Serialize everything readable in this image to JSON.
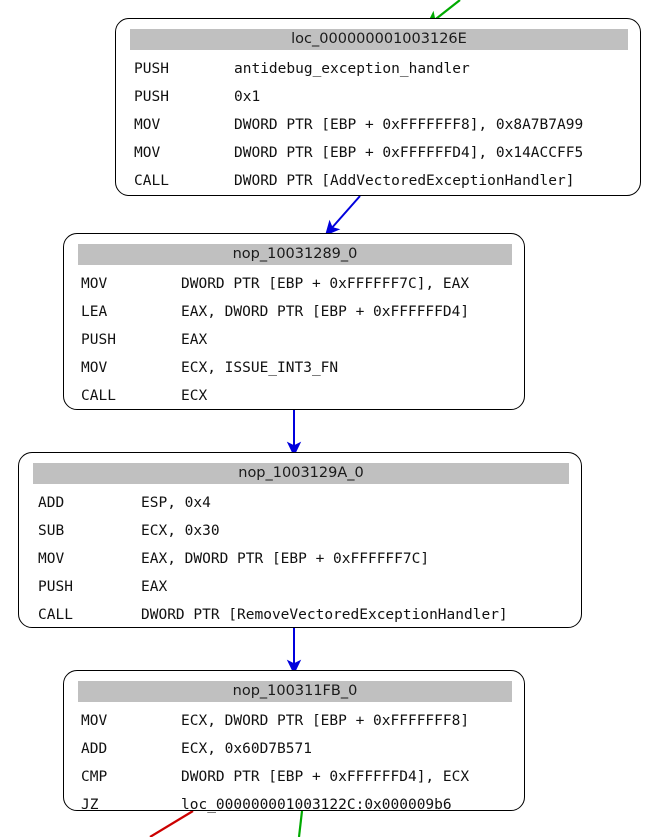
{
  "graph": {
    "background_color": "#ffffff",
    "node_fill": "#ffffff",
    "node_border_color": "#000000",
    "header_fill": "#c0c0c0",
    "edge_colors": {
      "unconditional": "#0000dd",
      "true_branch": "#00aa00",
      "false_branch": "#cc0000"
    }
  },
  "blocks": [
    {
      "id": "loc_000000001003126E",
      "title": "loc_000000001003126E",
      "instructions": [
        {
          "mnemonic": "PUSH",
          "operands": "antidebug_exception_handler"
        },
        {
          "mnemonic": "PUSH",
          "operands": "0x1"
        },
        {
          "mnemonic": "MOV",
          "operands": "DWORD PTR [EBP + 0xFFFFFFF8], 0x8A7B7A99"
        },
        {
          "mnemonic": "MOV",
          "operands": "DWORD PTR [EBP + 0xFFFFFFD4], 0x14ACCFF5"
        },
        {
          "mnemonic": "CALL",
          "operands": "DWORD PTR [AddVectoredExceptionHandler]"
        }
      ]
    },
    {
      "id": "nop_10031289_0",
      "title": "nop_10031289_0",
      "instructions": [
        {
          "mnemonic": "MOV",
          "operands": "DWORD PTR [EBP + 0xFFFFFF7C], EAX"
        },
        {
          "mnemonic": "LEA",
          "operands": "EAX, DWORD PTR [EBP + 0xFFFFFFD4]"
        },
        {
          "mnemonic": "PUSH",
          "operands": "EAX"
        },
        {
          "mnemonic": "MOV",
          "operands": "ECX, ISSUE_INT3_FN"
        },
        {
          "mnemonic": "CALL",
          "operands": "ECX"
        }
      ]
    },
    {
      "id": "nop_1003129A_0",
      "title": "nop_1003129A_0",
      "instructions": [
        {
          "mnemonic": "ADD",
          "operands": "ESP, 0x4"
        },
        {
          "mnemonic": "SUB",
          "operands": "ECX, 0x30"
        },
        {
          "mnemonic": "MOV",
          "operands": "EAX, DWORD PTR [EBP + 0xFFFFFF7C]"
        },
        {
          "mnemonic": "PUSH",
          "operands": "EAX"
        },
        {
          "mnemonic": "CALL",
          "operands": "DWORD PTR [RemoveVectoredExceptionHandler]"
        }
      ]
    },
    {
      "id": "nop_100311FB_0",
      "title": "nop_100311FB_0",
      "instructions": [
        {
          "mnemonic": "MOV",
          "operands": "ECX, DWORD PTR [EBP + 0xFFFFFFF8]"
        },
        {
          "mnemonic": "ADD",
          "operands": "ECX, 0x60D7B571"
        },
        {
          "mnemonic": "CMP",
          "operands": "DWORD PTR [EBP + 0xFFFFFFD4], ECX"
        },
        {
          "mnemonic": "JZ",
          "operands": "loc_000000001003122C:0x000009b6"
        }
      ]
    }
  ]
}
